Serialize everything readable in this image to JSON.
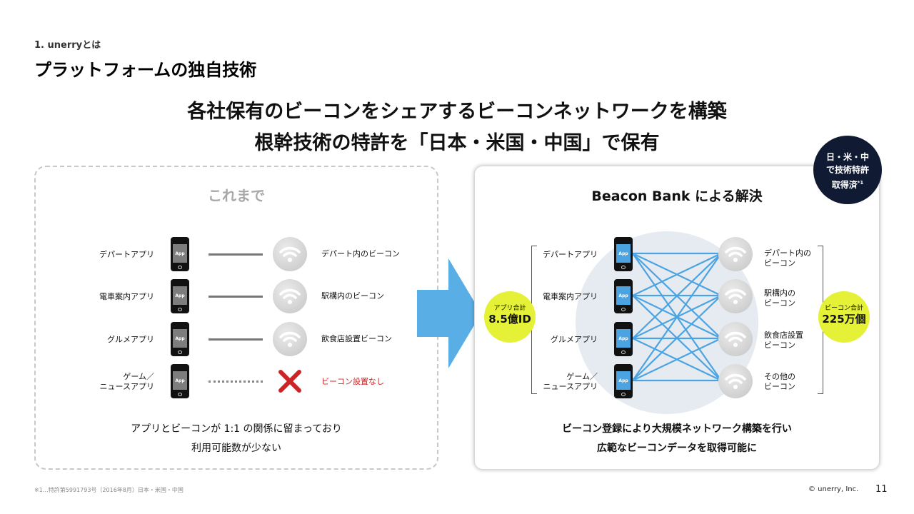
{
  "header": {
    "section_label": "1. unerryとは",
    "title": "プラットフォームの独自技術"
  },
  "headline": {
    "line1": "各社保有のビーコンをシェアするビーコンネットワークを構築",
    "line2": "根幹技術の特許を「日本・米国・中国」で保有"
  },
  "left_panel": {
    "title": "これまで",
    "phone_text": "App",
    "apps": [
      "デパートアプリ",
      "電車案内アプリ",
      "グルメアプリ",
      "ゲーム／\nニュースアプリ"
    ],
    "beacons": [
      "デパート内のビーコン",
      "駅構内のビーコン",
      "飲食店設置ビーコン",
      "ビーコン設置なし"
    ],
    "summary_line1": "アプリとビーコンが 1:1 の関係に留まっており",
    "summary_line2": "利用可能数が少ない"
  },
  "right_panel": {
    "title": "Beacon Bank による解決",
    "phone_text": "App",
    "apps": [
      "デパートアプリ",
      "電車案内アプリ",
      "グルメアプリ",
      "ゲーム／\nニュースアプリ"
    ],
    "beacons": [
      "デパート内の\nビーコン",
      "駅構内の\nビーコン",
      "飲食店設置\nビーコン",
      "その他の\nビーコン"
    ],
    "app_total": {
      "label": "アプリ合計",
      "value": "8.5億ID"
    },
    "beacon_total": {
      "label": "ビーコン合計",
      "value": "225万個"
    },
    "summary_line1": "ビーコン登録により大規模ネットワーク構築を行い",
    "summary_line2": "広範なビーコンデータを取得可能に"
  },
  "seal": {
    "line1": "日・米・中",
    "line2": "で技術特許",
    "line3": "取得済",
    "note_mark": "*1"
  },
  "footer": {
    "footnote": "※1…特許第5991793号（2016年8月）日本・米国・中国",
    "copyright": "© unerry, Inc.",
    "page_number": "11"
  },
  "colors": {
    "network_line": "#4ba3e2",
    "app_screen_blue": "#4ba3e2",
    "total_badge": "#e4f136",
    "seal_bg": "#101b33",
    "cross_mark": "#cc2424",
    "no_beacon_text": "#d42020"
  },
  "icons": {
    "beacon": "wifi-signal-icon",
    "no_beacon": "red-cross-icon",
    "arrow": "right-arrow-icon"
  }
}
